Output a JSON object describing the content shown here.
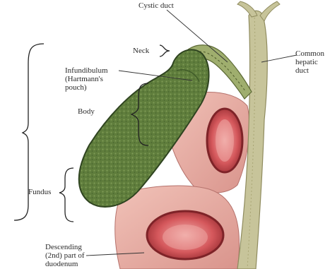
{
  "labels": {
    "cystic_duct": "Cystic duct",
    "neck": "Neck",
    "infundibulum": [
      "Infundibulum",
      "(Hartmann's",
      "pouch)"
    ],
    "body": "Body",
    "fundus": "Fundus",
    "common_hepatic_duct": [
      "Common",
      "hepatic",
      "duct"
    ],
    "duodenum": [
      "Descending",
      "(2nd) part of",
      "duodenum"
    ]
  },
  "colors": {
    "gallbladder": "#5f7d3c",
    "gallbladder_dark": "#3f5a28",
    "duct": "#c7c49a",
    "duodenum": "#e6a7a0",
    "duodenum_lumen": "#d5585c",
    "bracket": "#222222"
  }
}
